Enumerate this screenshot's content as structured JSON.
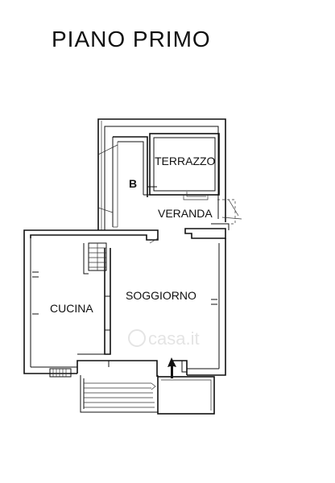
{
  "plan": {
    "title": "PIANO PRIMO",
    "rooms": {
      "b": "B",
      "terrazzo": "TERRAZZO",
      "veranda": "VERANDA",
      "cucina": "CUCINA",
      "soggiorno": "SOGGIORNO"
    },
    "watermark": "casa.it",
    "colors": {
      "line": "#111111",
      "watermark": "#cfcfcf"
    }
  }
}
